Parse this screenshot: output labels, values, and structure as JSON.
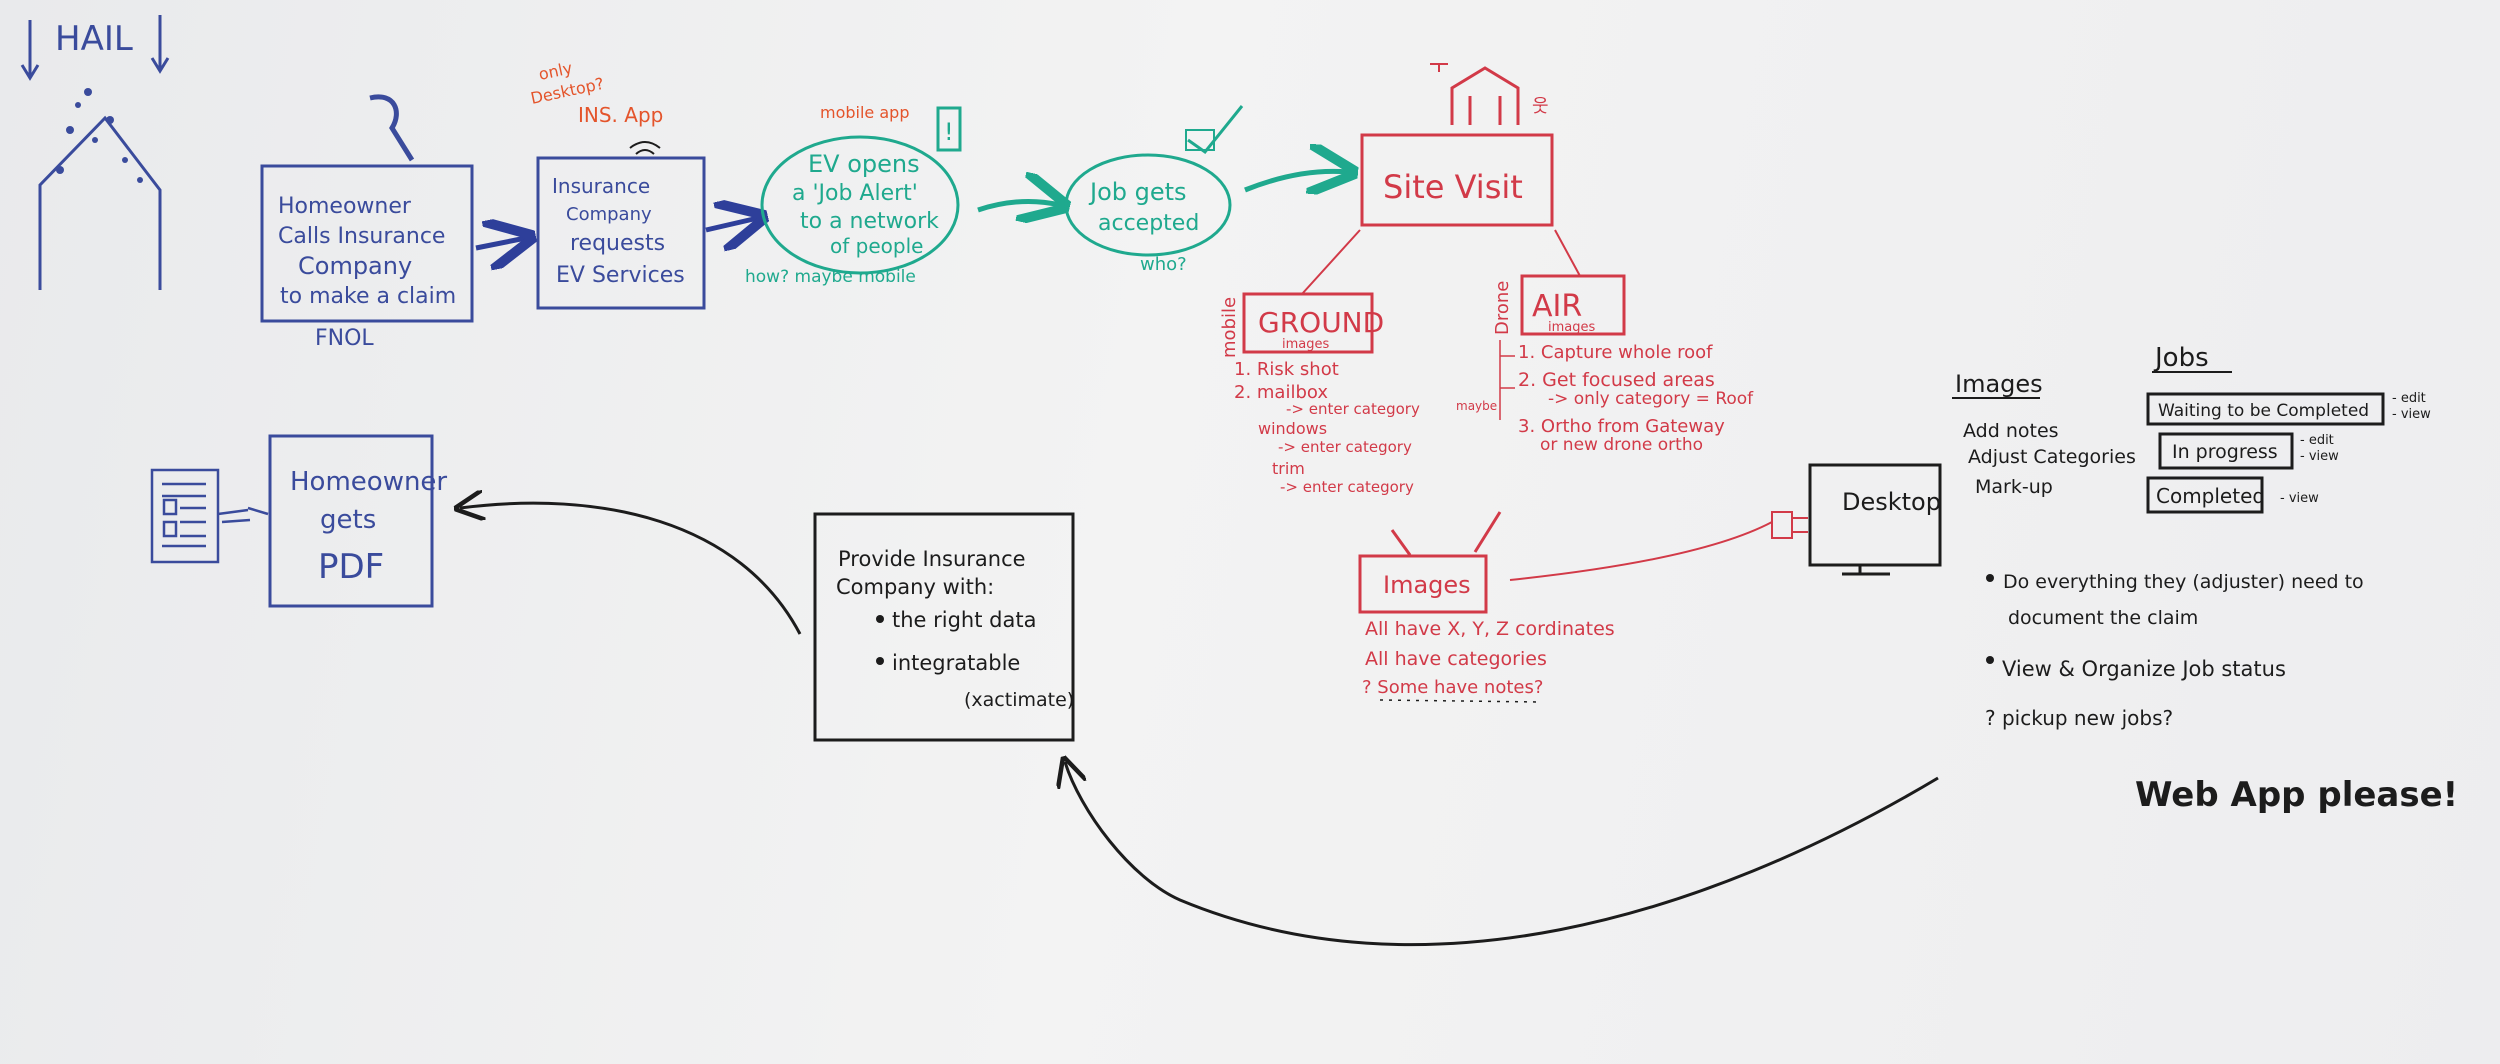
{
  "colors": {
    "blue": "#3a4b9c",
    "red": "#d23a48",
    "green": "#1fa98e",
    "orange": "#e4542b",
    "black": "#1c1c1c"
  },
  "hail": {
    "label": "HAIL"
  },
  "homeowner_calls": {
    "line1": "Homeowner",
    "line2": "Calls Insurance",
    "line3": "Company",
    "line4": "to make a claim",
    "caption": "FNOL"
  },
  "insurance_company": {
    "note1": "only",
    "note2": "Desktop?",
    "note3": "INS. App",
    "line1": "Insurance",
    "line2": "Company",
    "line3": "requests",
    "line4": "EV Services"
  },
  "ev_alert": {
    "note": "mobile app",
    "line1": "EV opens",
    "line2": "a 'Job Alert'",
    "line3": "to a network",
    "line4": "of people",
    "caption": "how? maybe mobile",
    "alert_mark": "!"
  },
  "job_accepted": {
    "line1": "Job gets",
    "line2": "accepted",
    "caption": "who?"
  },
  "site_visit": {
    "label": "Site Visit"
  },
  "ground": {
    "side": "mobile",
    "title": "GROUND",
    "sub": "images",
    "items": [
      "1. Risk shot",
      "2. mailbox",
      "-> enter category",
      "windows",
      "-> enter category",
      "trim",
      "-> enter category"
    ]
  },
  "air": {
    "side": "Drone",
    "title": "AIR",
    "sub": "images",
    "maybe": "maybe",
    "items": [
      "1. Capture whole roof",
      "2. Get focused areas",
      "-> only category = Roof",
      "3. Ortho from Gateway",
      "or new drone ortho"
    ]
  },
  "images_box": {
    "label": "Images",
    "items": [
      "All have X, Y, Z cordinates",
      "All have categories",
      "? Some have notes?"
    ]
  },
  "desktop": {
    "label": "Desktop"
  },
  "images_panel": {
    "title": "Images",
    "items": [
      "Add notes",
      "Adjust Categories",
      "Mark-up"
    ]
  },
  "jobs_panel": {
    "title": "Jobs",
    "rows": [
      {
        "label": "Waiting to be Completed",
        "n1": "- edit",
        "n2": "- view"
      },
      {
        "label": "In progress",
        "n1": "- edit",
        "n2": "- view"
      },
      {
        "label": "Completed",
        "n1": "- view",
        "n2": ""
      }
    ]
  },
  "notes": {
    "bullet1a": "Do everything they (adjuster) need to",
    "bullet1b": "document the claim",
    "bullet2": "View & Organize Job status",
    "q": "? pickup new jobs?",
    "web_app": "Web App please!"
  },
  "provide": {
    "line1": "Provide Insurance",
    "line2": "Company with:",
    "item1": "the right data",
    "item2": "integratable",
    "item3": "(xactimate)"
  },
  "homeowner_pdf": {
    "line1": "Homeowner",
    "line2": "gets",
    "line3": "PDF"
  }
}
